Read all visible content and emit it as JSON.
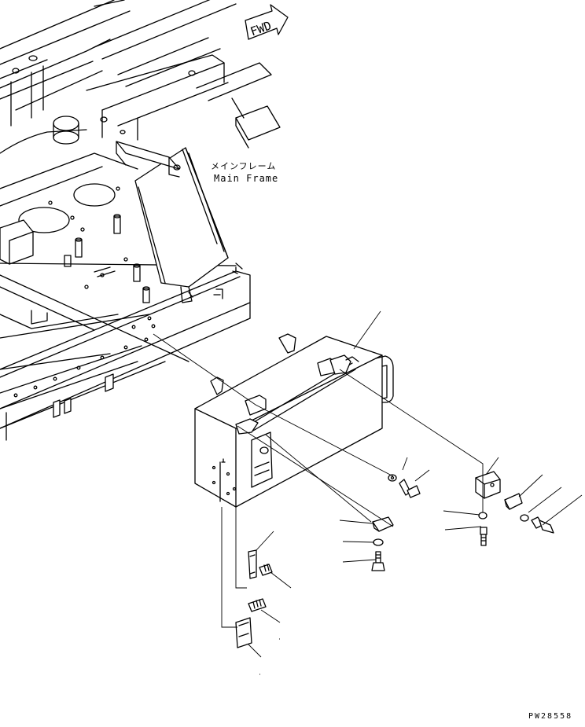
{
  "labels": {
    "main_frame_jp": "メインフレーム",
    "main_frame_en": "Main Frame",
    "fwd": "FWD",
    "drawing_code": "PW28558"
  },
  "icons": [
    "fwd-arrow-icon"
  ]
}
